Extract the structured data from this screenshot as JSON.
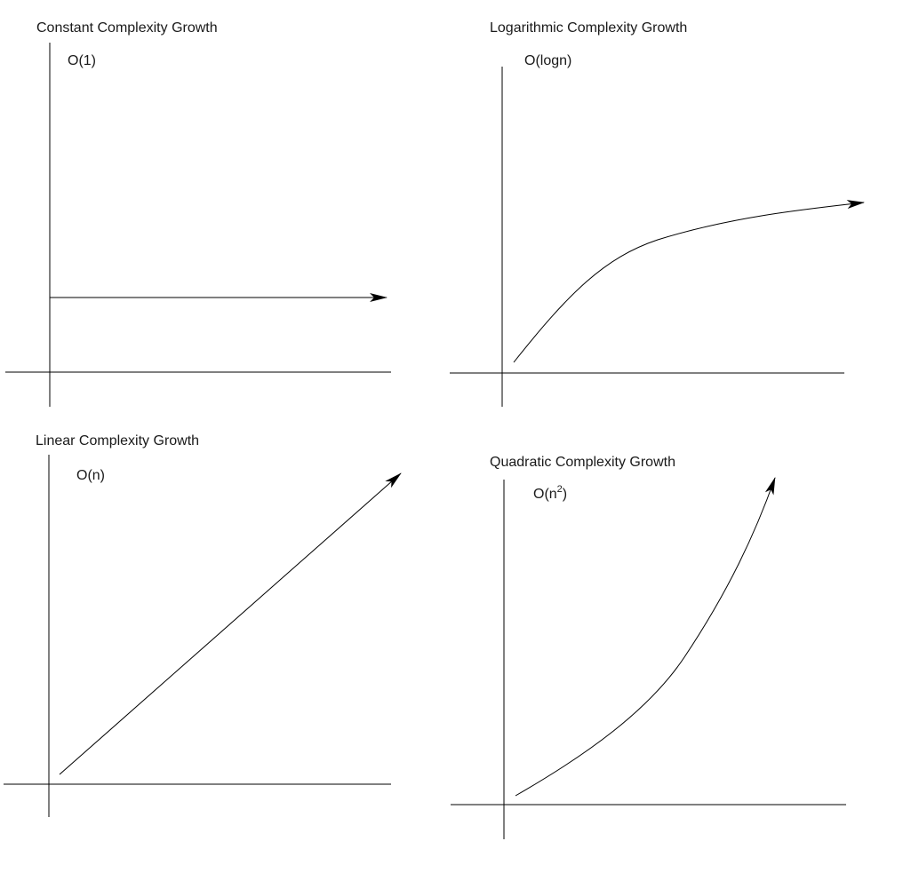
{
  "panels": {
    "constant": {
      "title": "Constant Complexity Growth",
      "label": "O(1)"
    },
    "logarithmic": {
      "title": "Logarithmic Complexity Growth",
      "label": "O(logn)"
    },
    "linear": {
      "title": "Linear Complexity Growth",
      "label": "O(n)"
    },
    "quadratic": {
      "title": "Quadratic Complexity Growth",
      "label_base": "O(n",
      "label_exponent": "2",
      "label_close": ")"
    }
  },
  "colors": {
    "line": "#000000",
    "text": "#1a1a1a",
    "background": "#ffffff"
  }
}
